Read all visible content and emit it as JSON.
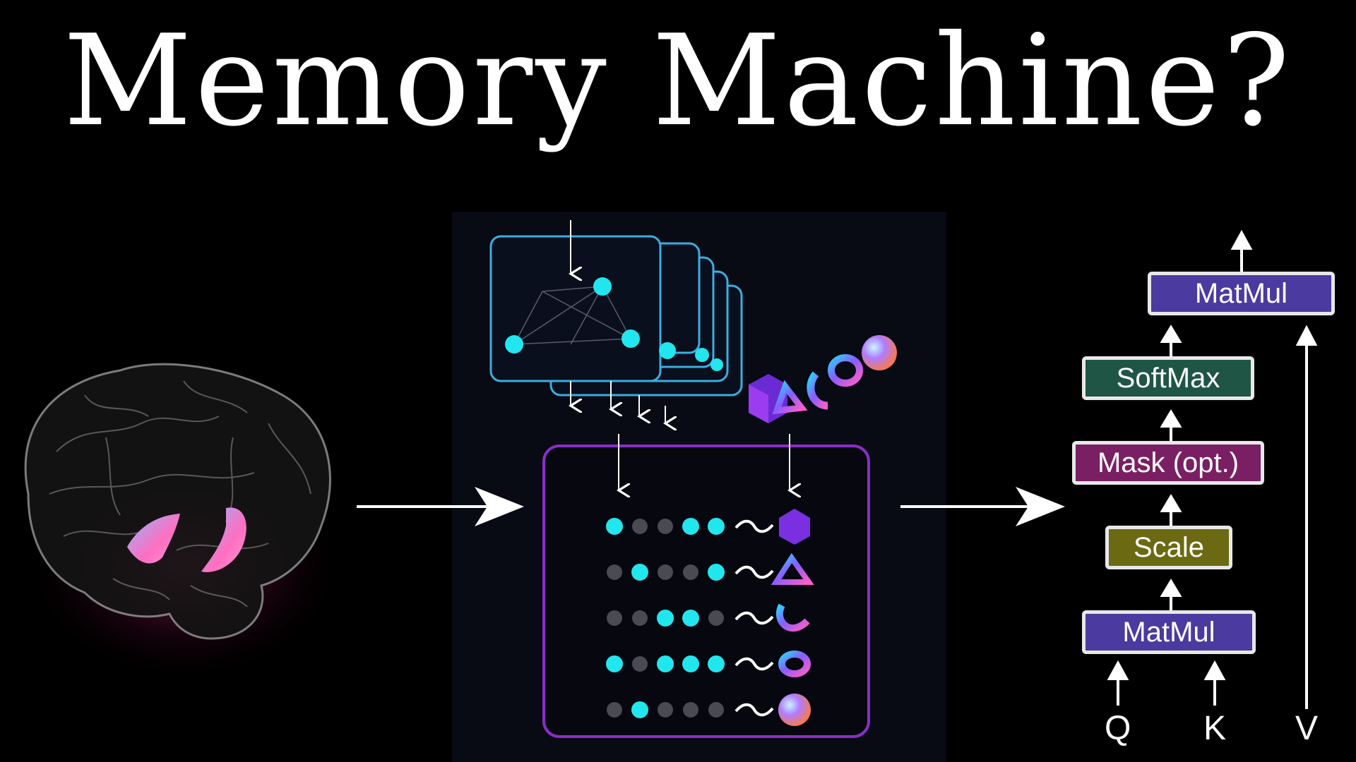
{
  "title": "Memory Machine?",
  "attention_diagram": {
    "blocks": {
      "matmul_top": "MatMul",
      "softmax": "SoftMax",
      "mask": "Mask (opt.)",
      "scale": "Scale",
      "matmul_bottom": "MatMul"
    },
    "inputs": {
      "q": "Q",
      "k": "K",
      "v": "V"
    },
    "colors": {
      "matmul": "#4b3aa0",
      "softmax": "#1f5544",
      "mask": "#7a1f63",
      "scale": "#6b6a12"
    }
  },
  "memory_table": {
    "rows": [
      {
        "pattern": [
          1,
          0,
          0,
          1,
          1
        ],
        "shape": "cube-icon"
      },
      {
        "pattern": [
          0,
          1,
          0,
          0,
          1
        ],
        "shape": "triangle-icon"
      },
      {
        "pattern": [
          0,
          0,
          1,
          1,
          0
        ],
        "shape": "crescent-icon"
      },
      {
        "pattern": [
          1,
          0,
          1,
          1,
          1
        ],
        "shape": "torus-icon"
      },
      {
        "pattern": [
          0,
          1,
          0,
          0,
          0
        ],
        "shape": "sphere-icon"
      }
    ],
    "active_color": "#22e6ee",
    "inactive_color": "#4a4a52",
    "frame_color": "#8a2ec8"
  },
  "network_stack_color": "#3aaee0"
}
